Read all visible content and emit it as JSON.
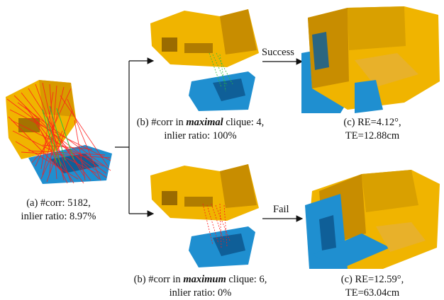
{
  "input": {
    "caption_line1": "(a) #corr: 5182,",
    "caption_line2": "inlier ratio: 8.97%"
  },
  "top_branch": {
    "caption_prefix": "(b) #corr in ",
    "caption_emph": "maximal",
    "caption_suffix": " clique: 4,",
    "caption_line2": "inlier ratio: 100%",
    "arrow_label": "Success",
    "result_line1": "(c) RE=4.12°,",
    "result_line2": "TE=12.88cm"
  },
  "bottom_branch": {
    "caption_prefix": "(b) #corr in ",
    "caption_emph": "maximum",
    "caption_suffix": " clique: 6,",
    "caption_line2": "inlier ratio: 0%",
    "arrow_label": "Fail",
    "result_line1": "(c) RE=12.59°,",
    "result_line2": "TE=63.04cm"
  },
  "colors": {
    "source_cloud": "#f0b400",
    "target_cloud": "#1f8fd0",
    "outlier_corr": "#ff1a1a",
    "inlier_corr": "#2bbf3a",
    "arrow": "#111111"
  }
}
